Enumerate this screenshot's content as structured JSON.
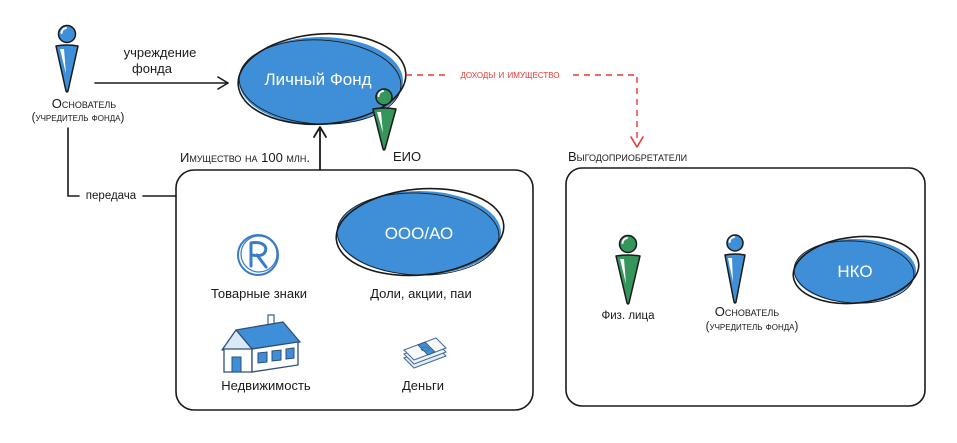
{
  "founder": {
    "title": "Основатель",
    "subtitle": "(учредитель фонда)"
  },
  "establishment": {
    "line1": "учреждение",
    "line2": "фонда"
  },
  "fund": {
    "label": "Личный Фонд"
  },
  "eio": {
    "label": "ЕИО"
  },
  "income": {
    "label": "доходы и имущество"
  },
  "transfer": {
    "label": "передача"
  },
  "property": {
    "title": "Имущество на 100 млн.",
    "trademarks": "Товарные знаки",
    "company": "ООО/АО",
    "shares": "Доли, акции, паи",
    "real_estate": "Недвижимость",
    "money": "Деньги"
  },
  "beneficiaries": {
    "title": "Выгодоприобретатели",
    "individuals": "Физ. лица",
    "founder_title": "Основатель",
    "founder_subtitle": "(учредитель фонда)",
    "npo": "НКО"
  },
  "icons": {
    "founder": "person-icon",
    "eio": "person-icon",
    "individuals": "person-icon",
    "beneficiary_founder": "person-icon",
    "trademarks": "registered-trademark-icon",
    "real_estate": "house-icon",
    "money": "money-stack-icon"
  },
  "colors": {
    "blue": "#3f8fd8",
    "green": "#35955a",
    "red": "#e53935",
    "ink": "#1a1a1a",
    "text_on_blue": "#ffffff"
  }
}
